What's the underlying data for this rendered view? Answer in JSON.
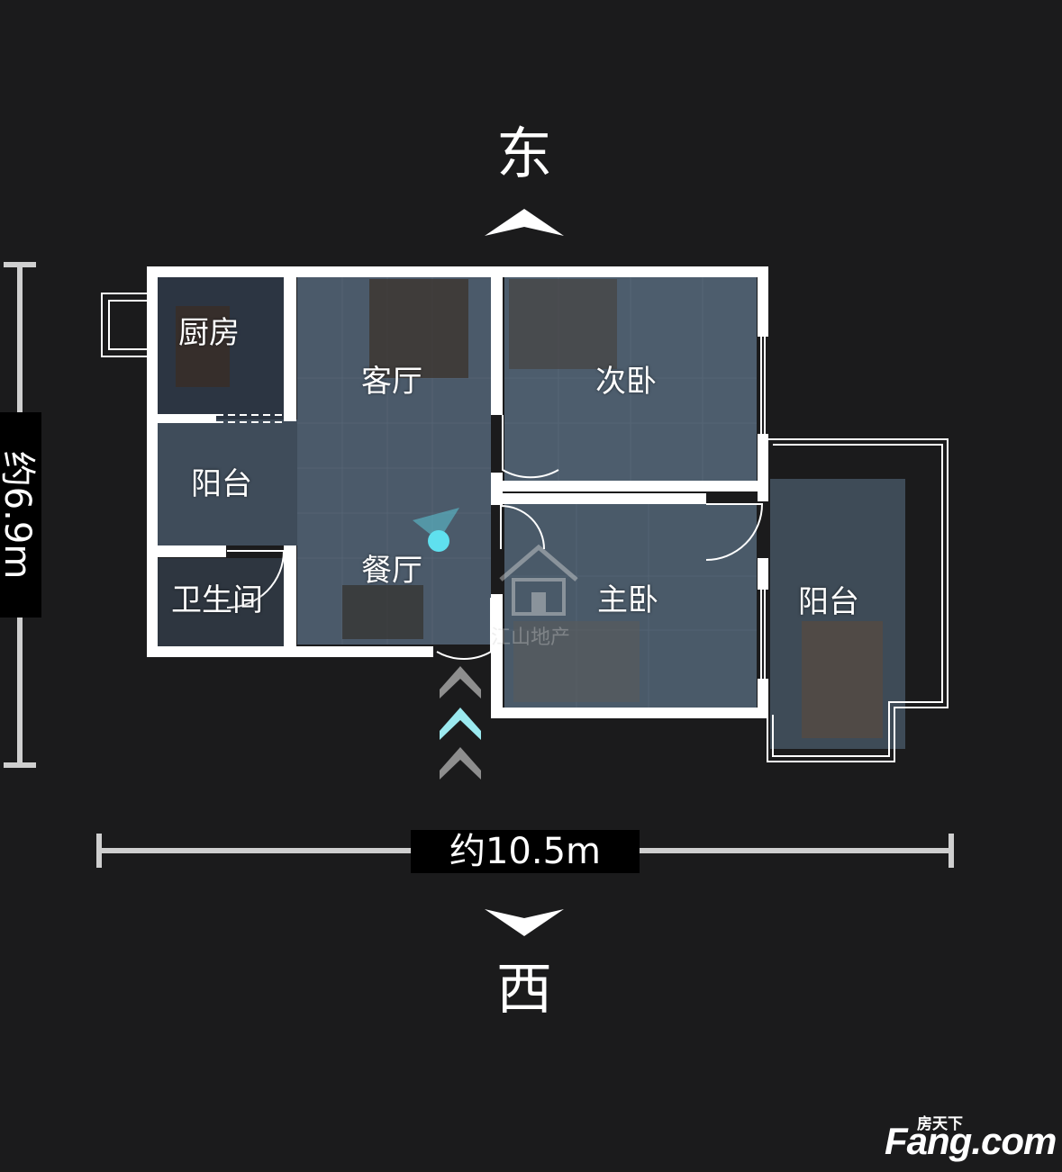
{
  "compass": {
    "north_label": "东",
    "south_label": "西"
  },
  "dimensions": {
    "width_label": "约10.5m",
    "height_label": "约6.9m"
  },
  "rooms": {
    "kitchen": "厨房",
    "living_room": "客厅",
    "second_bedroom": "次卧",
    "balcony_left": "阳台",
    "dining_room": "餐厅",
    "bathroom": "卫生间",
    "master_bedroom": "主卧",
    "balcony_right": "阳台"
  },
  "watermark": {
    "logo_text": "Fang.com",
    "logo_cn": "房天下",
    "faint_text": "江山地产"
  },
  "colors": {
    "background": "#1b1b1c",
    "wall": "#ffffff",
    "floor": "#4b5a6a",
    "position_marker": "#5fe0ef",
    "entry_chevron": "#c8c8c8"
  },
  "icons": [
    "compass-arrow-up-icon",
    "compass-arrow-down-icon",
    "position-marker-icon",
    "entry-chevrons-icon",
    "house-watermark-icon"
  ]
}
